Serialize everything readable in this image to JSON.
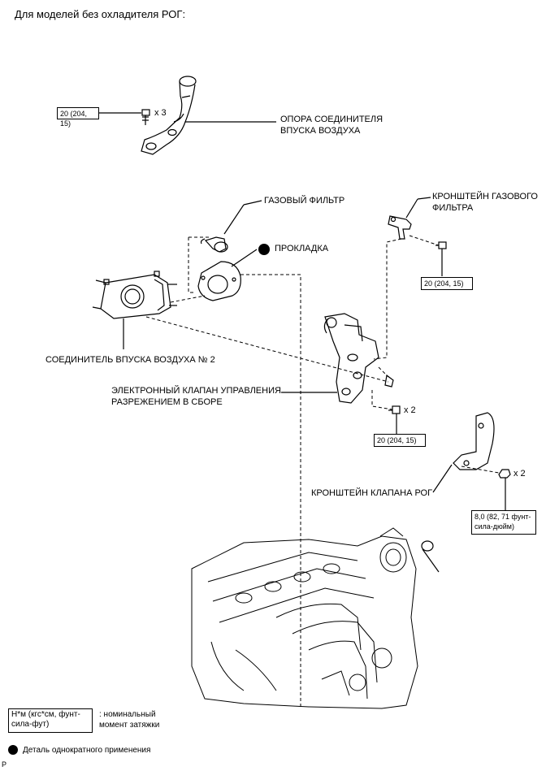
{
  "header": "Для моделей без охладителя РОГ:",
  "parts": {
    "intake_support": "ОПОРА СОЕДИНИТЕЛЯ\nВПУСКА ВОЗДУХА",
    "gas_filter": "ГАЗОВЫЙ ФИЛЬТР",
    "gas_filter_bracket": "КРОНШТЕЙН ГАЗОВОГО\nФИЛЬТРА",
    "gasket": "ПРОКЛАДКА",
    "intake_connector": "СОЕДИНИТЕЛЬ ВПУСКА ВОЗДУХА № 2",
    "vacuum_valve": "ЭЛЕКТРОННЫЙ КЛАПАН УПРАВЛЕНИЯ\nРАЗРЕЖЕНИЕМ В СБОРЕ",
    "egr_bracket": "КРОНШТЕЙН КЛАПАНА РОГ"
  },
  "torques": {
    "t1": "20 (204, 15)",
    "t2": "20 (204, 15)",
    "t3": "20 (204, 15)",
    "t4": "8,0 (82, 71 фунт-\nсила-дюйм)"
  },
  "multipliers": {
    "m1": "x 3",
    "m2": "x 2",
    "m3": "x 2"
  },
  "legend": {
    "torque_units": "Н*м (кгс*см, фунт-\nсила-фут)",
    "torque_desc": ": номинальный\nмомент затяжки",
    "one_time": "Деталь однократного применения"
  },
  "code": "P"
}
